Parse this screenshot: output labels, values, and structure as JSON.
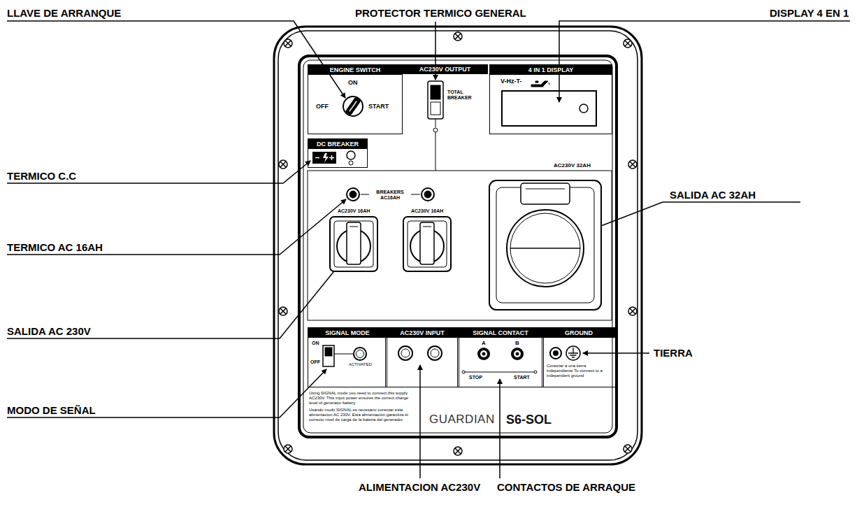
{
  "diagram": {
    "nodes": [
      {
        "text": [
          "ENGINE SWITCH"
        ]
      },
      {
        "text": [
          "AC230V OUTPUT"
        ]
      },
      {
        "text": [
          "4 IN 1 DISPLAY"
        ]
      },
      {
        "text": [
          "DC BREAKER"
        ]
      },
      {
        "text": [
          "SIGNAL MODE"
        ]
      },
      {
        "text": [
          "AC230V INPUT"
        ]
      },
      {
        "text": [
          "SIGNAL CONTACT"
        ]
      },
      {
        "text": [
          "GROUND"
        ]
      }
    ],
    "labels": [
      "LLAVE DE ARRANQUE",
      "PROTECTOR TERMICO GENERAL",
      "DISPLAY 4 EN 1",
      "OFF",
      "ON",
      "START",
      "TOTAL BREAKER",
      "V-Hz-T-",
      "TERMICO C.C",
      "AC230V 32AH",
      "BREAKERS AC16AH",
      "TERMICO AC 16AH",
      "AC230V 16AH",
      "AC230V 16AH",
      "SALIDA AC 32AH",
      "SALIDA AC 230V",
      "ON",
      "OFF",
      "ACTIVATED",
      "A",
      "B",
      "STOP",
      "START",
      "TIERRA",
      "Conectar a una tierra independiente To connect to a independent ground",
      "MODO DE SEÑAL",
      "Using SIGNAL mode you need to connect this supply AC230V. This input power ensures the correct charge level of generator battery.",
      "Usando modo SIGNAL es necesario conectar esta alimentacion AC 230V. Esta alimentación garantiza el correcto nivel de carga de la bateria del generador.",
      "GUARDIAN",
      "S6-SOL",
      "ALIMENTACION AC230V",
      "CONTACTOS DE ARRAQUE"
    ]
  }
}
